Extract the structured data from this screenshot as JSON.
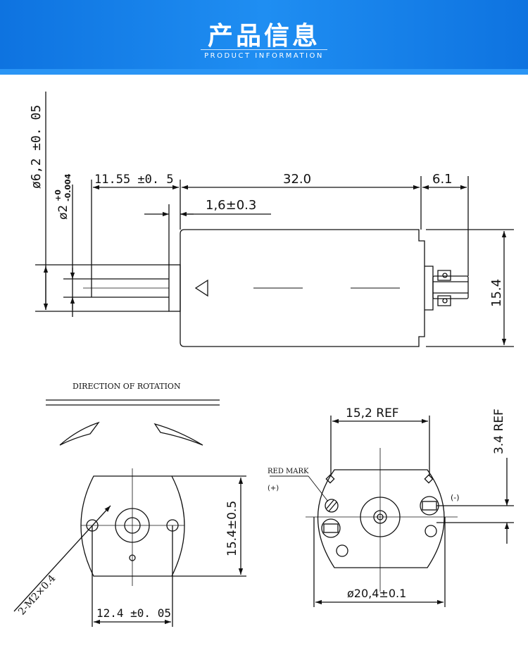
{
  "header": {
    "title": "产品信息",
    "subtitle": "PRODUCT INFORMATION"
  },
  "side_view": {
    "dim_shaft_dia": "ø6,2 ±0. 05",
    "dim_pin_dia": "ø2",
    "dim_pin_tol_upper": "+0",
    "dim_pin_tol_lower": "-0.004",
    "dim_shaft_len": "11.55 ±0. 5",
    "dim_body_len": "32.0",
    "dim_terminal_len": "6.1",
    "dim_collar": "1,6±0.3",
    "dim_height": "15.4"
  },
  "front_view": {
    "rotation_label": "DIRECTION OF ROTATION",
    "dim_height": "15.4±0.5",
    "dim_screw": "2-M2×0.4",
    "dim_hole_spacing": "12.4 ±0. 05"
  },
  "rear_view": {
    "dim_ref_width": "15,2 REF",
    "dim_ref_height": "3.4 REF",
    "red_mark_label": "RED MARK",
    "plus_label": "(+)",
    "minus_label": "(-)",
    "dim_outer_dia": "ø20,4±0.1"
  }
}
